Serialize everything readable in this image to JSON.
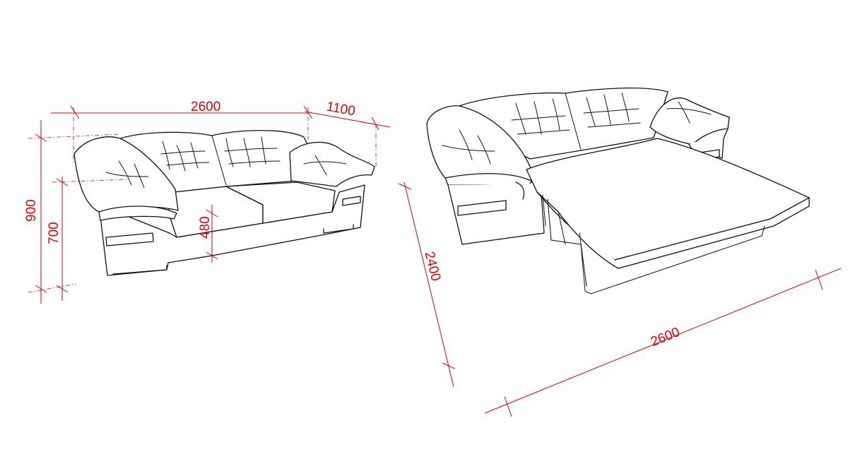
{
  "colors": {
    "dimension": "#e00000",
    "outline": "#111111",
    "background": "#ffffff"
  },
  "dimensions": {
    "sofa_width": "2600",
    "sofa_depth": "1100",
    "sofa_height": "900",
    "arm_height": "700",
    "seat_height": "480",
    "bed_length": "2400",
    "bed_width": "2600"
  }
}
